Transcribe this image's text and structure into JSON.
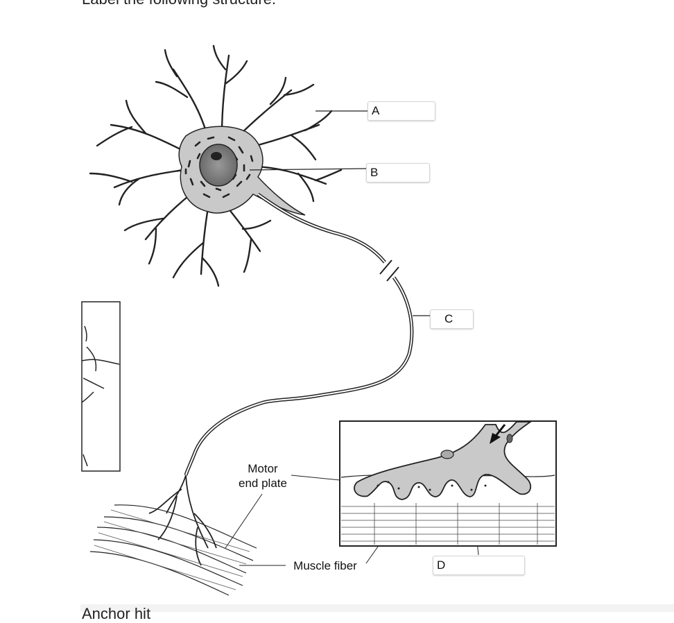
{
  "page": {
    "instruction": "Label the following structure.",
    "footer_text": "Anchor hit"
  },
  "labels": {
    "a": "A",
    "b": "B",
    "c": "C",
    "d": "D"
  },
  "captions": {
    "motor_end_plate_line1": "Motor",
    "motor_end_plate_line2": "end plate",
    "muscle_fiber": "Muscle fiber"
  }
}
